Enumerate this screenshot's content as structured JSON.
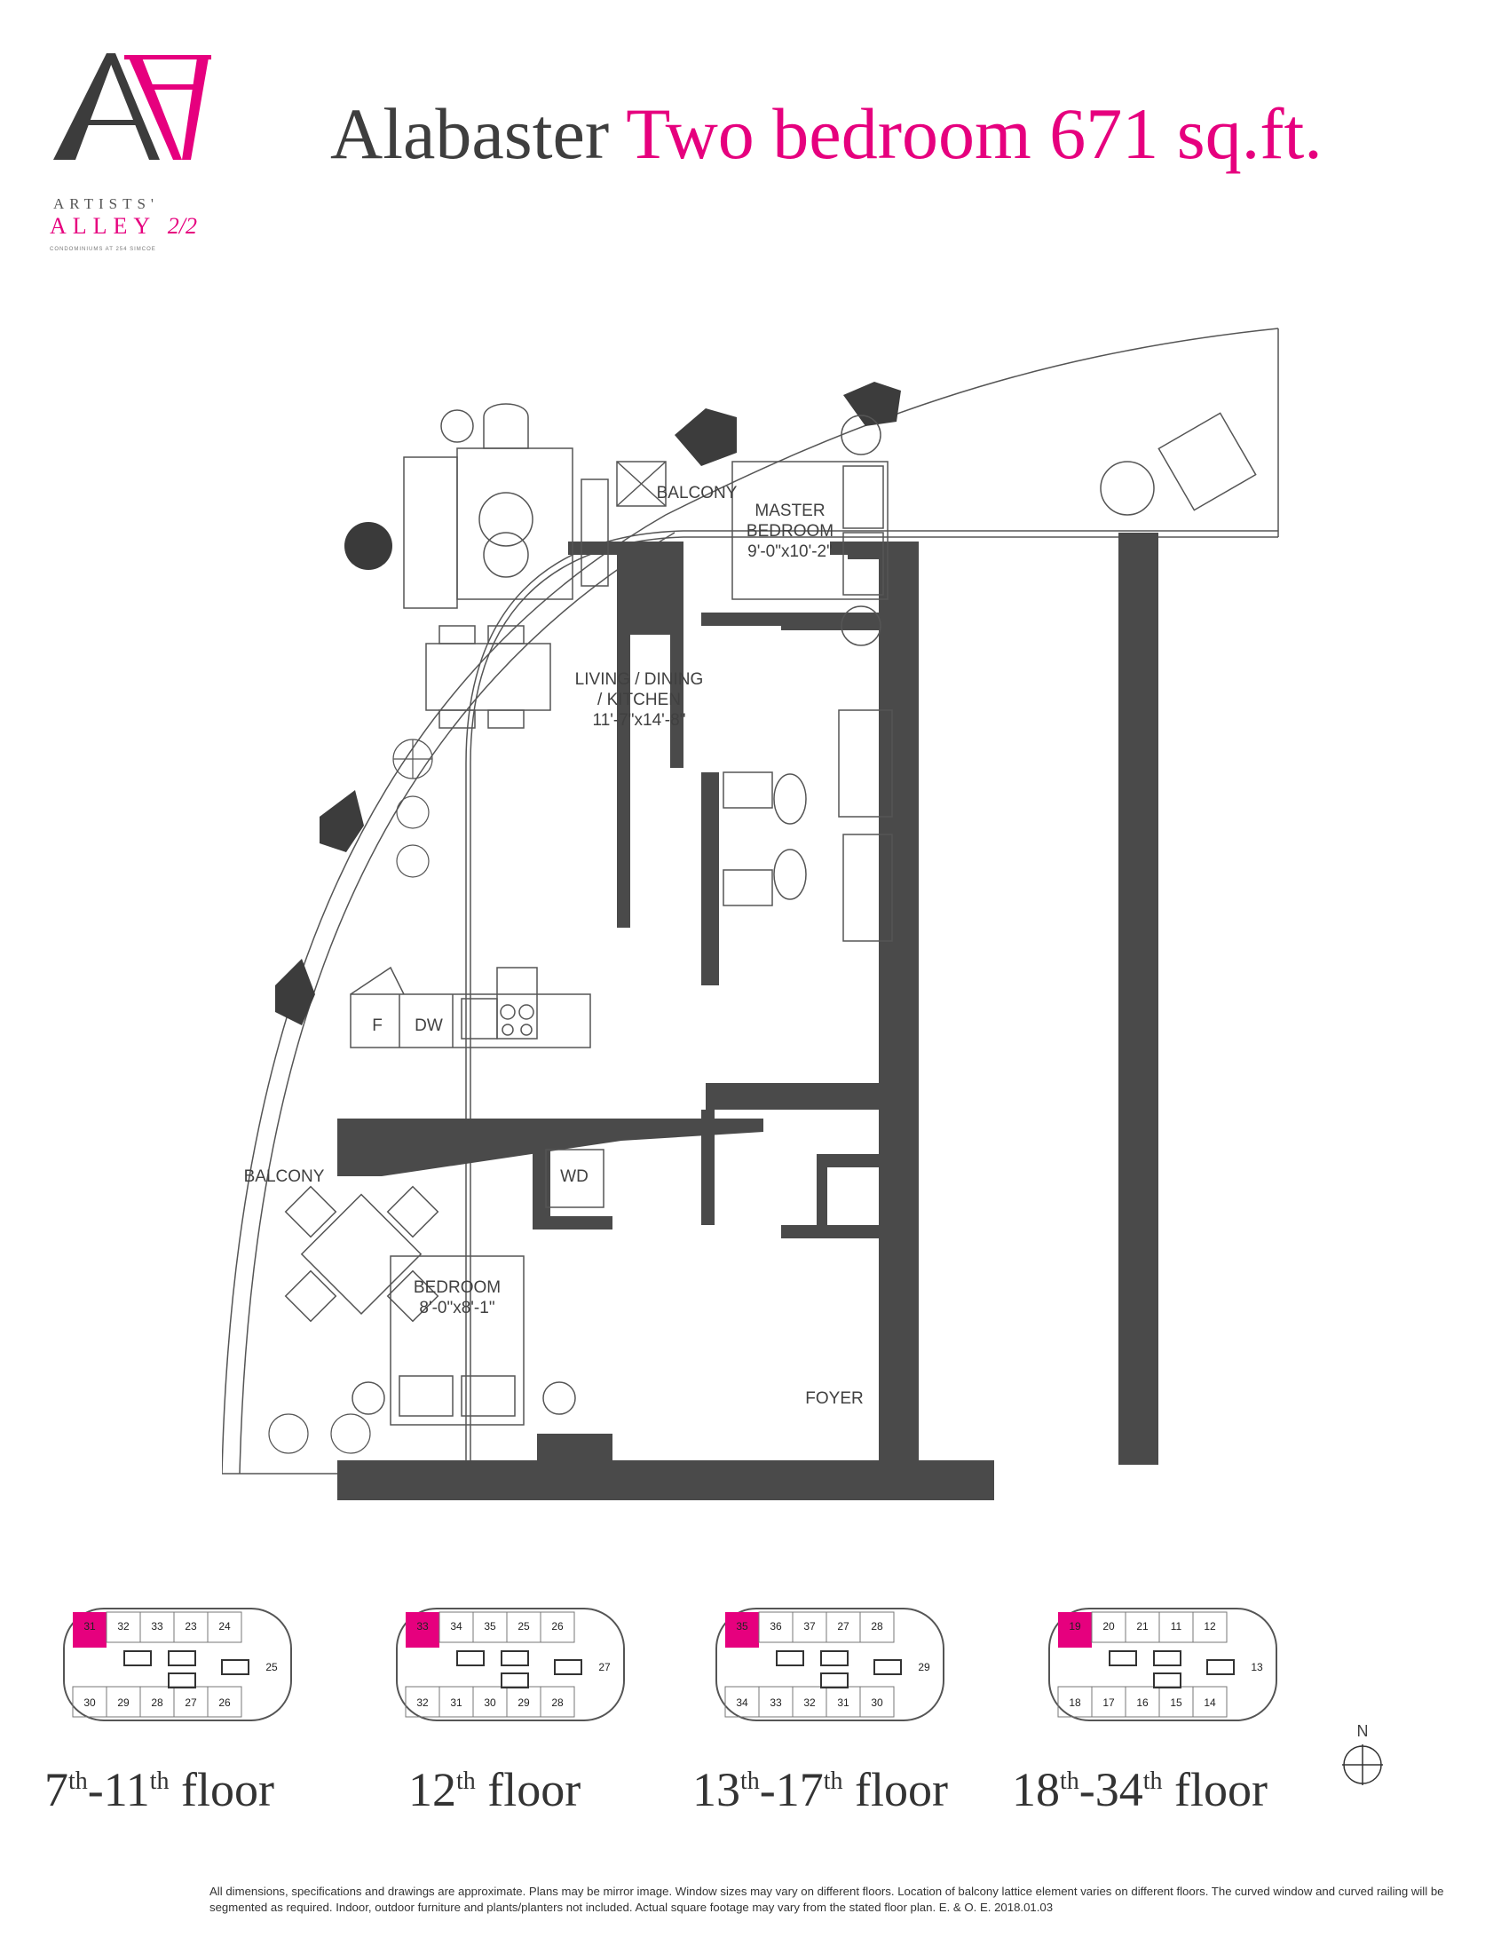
{
  "brand": {
    "line1": "ARTISTS'",
    "line2": "ALLEY",
    "tiny": "CONDOMINIUMS AT 254 SIMCOE",
    "mark_number": "2/2"
  },
  "header": {
    "name": "Alabaster",
    "spec": "Two bedroom 671 sq.ft."
  },
  "colors": {
    "accent": "#e6007e",
    "wall": "#4a4a4a",
    "text": "#404040"
  },
  "rooms": {
    "balcony_top": "BALCONY",
    "balcony_left": "BALCONY",
    "master_name_1": "MASTER",
    "master_name_2": "BEDROOM",
    "master_dim": "9'-0\"x10'-2\"",
    "living_1": "LIVING / DINING",
    "living_2": "/ KITCHEN",
    "living_dim": "11'-7\"x14'-8\"",
    "fridge": "F",
    "dishwasher": "DW",
    "washer_dryer": "WD",
    "bedroom_name": "BEDROOM",
    "bedroom_dim": "8'-0\"x8'-1\"",
    "foyer": "FOYER"
  },
  "keyplans": [
    {
      "highlight": "31",
      "top": [
        "32",
        "33",
        "23",
        "24"
      ],
      "right": "25",
      "bottom": [
        "30",
        "29",
        "28",
        "27",
        "26"
      ]
    },
    {
      "highlight": "33",
      "top": [
        "34",
        "35",
        "25",
        "26"
      ],
      "right": "27",
      "bottom": [
        "32",
        "31",
        "30",
        "29",
        "28"
      ]
    },
    {
      "highlight": "35",
      "top": [
        "36",
        "37",
        "27",
        "28"
      ],
      "right": "29",
      "bottom": [
        "34",
        "33",
        "32",
        "31",
        "30"
      ]
    },
    {
      "highlight": "19",
      "top": [
        "20",
        "21",
        "11",
        "12"
      ],
      "right": "13",
      "bottom": [
        "18",
        "17",
        "16",
        "15",
        "14"
      ]
    }
  ],
  "floors": [
    {
      "a": "7",
      "a_sup": "th",
      "sep": "-",
      "b": "11",
      "b_sup": "th",
      "word": " floor"
    },
    {
      "a": "12",
      "a_sup": "th",
      "sep": "",
      "b": "",
      "b_sup": "",
      "word": " floor"
    },
    {
      "a": "13",
      "a_sup": "th",
      "sep": "-",
      "b": "17",
      "b_sup": "th",
      "word": " floor"
    },
    {
      "a": "18",
      "a_sup": "th",
      "sep": "-",
      "b": "34",
      "b_sup": "th",
      "word": " floor"
    }
  ],
  "compass": {
    "label": "N"
  },
  "disclaimer": "All dimensions, specifications and drawings are approximate. Plans may be mirror image. Window sizes may vary on different floors. Location of balcony lattice element varies on different floors. The curved window and curved railing will be segmented as required. Indoor, outdoor furniture and plants/planters not included. Actual square footage may vary from the stated floor plan. E. & O. E. 2018.01.03"
}
